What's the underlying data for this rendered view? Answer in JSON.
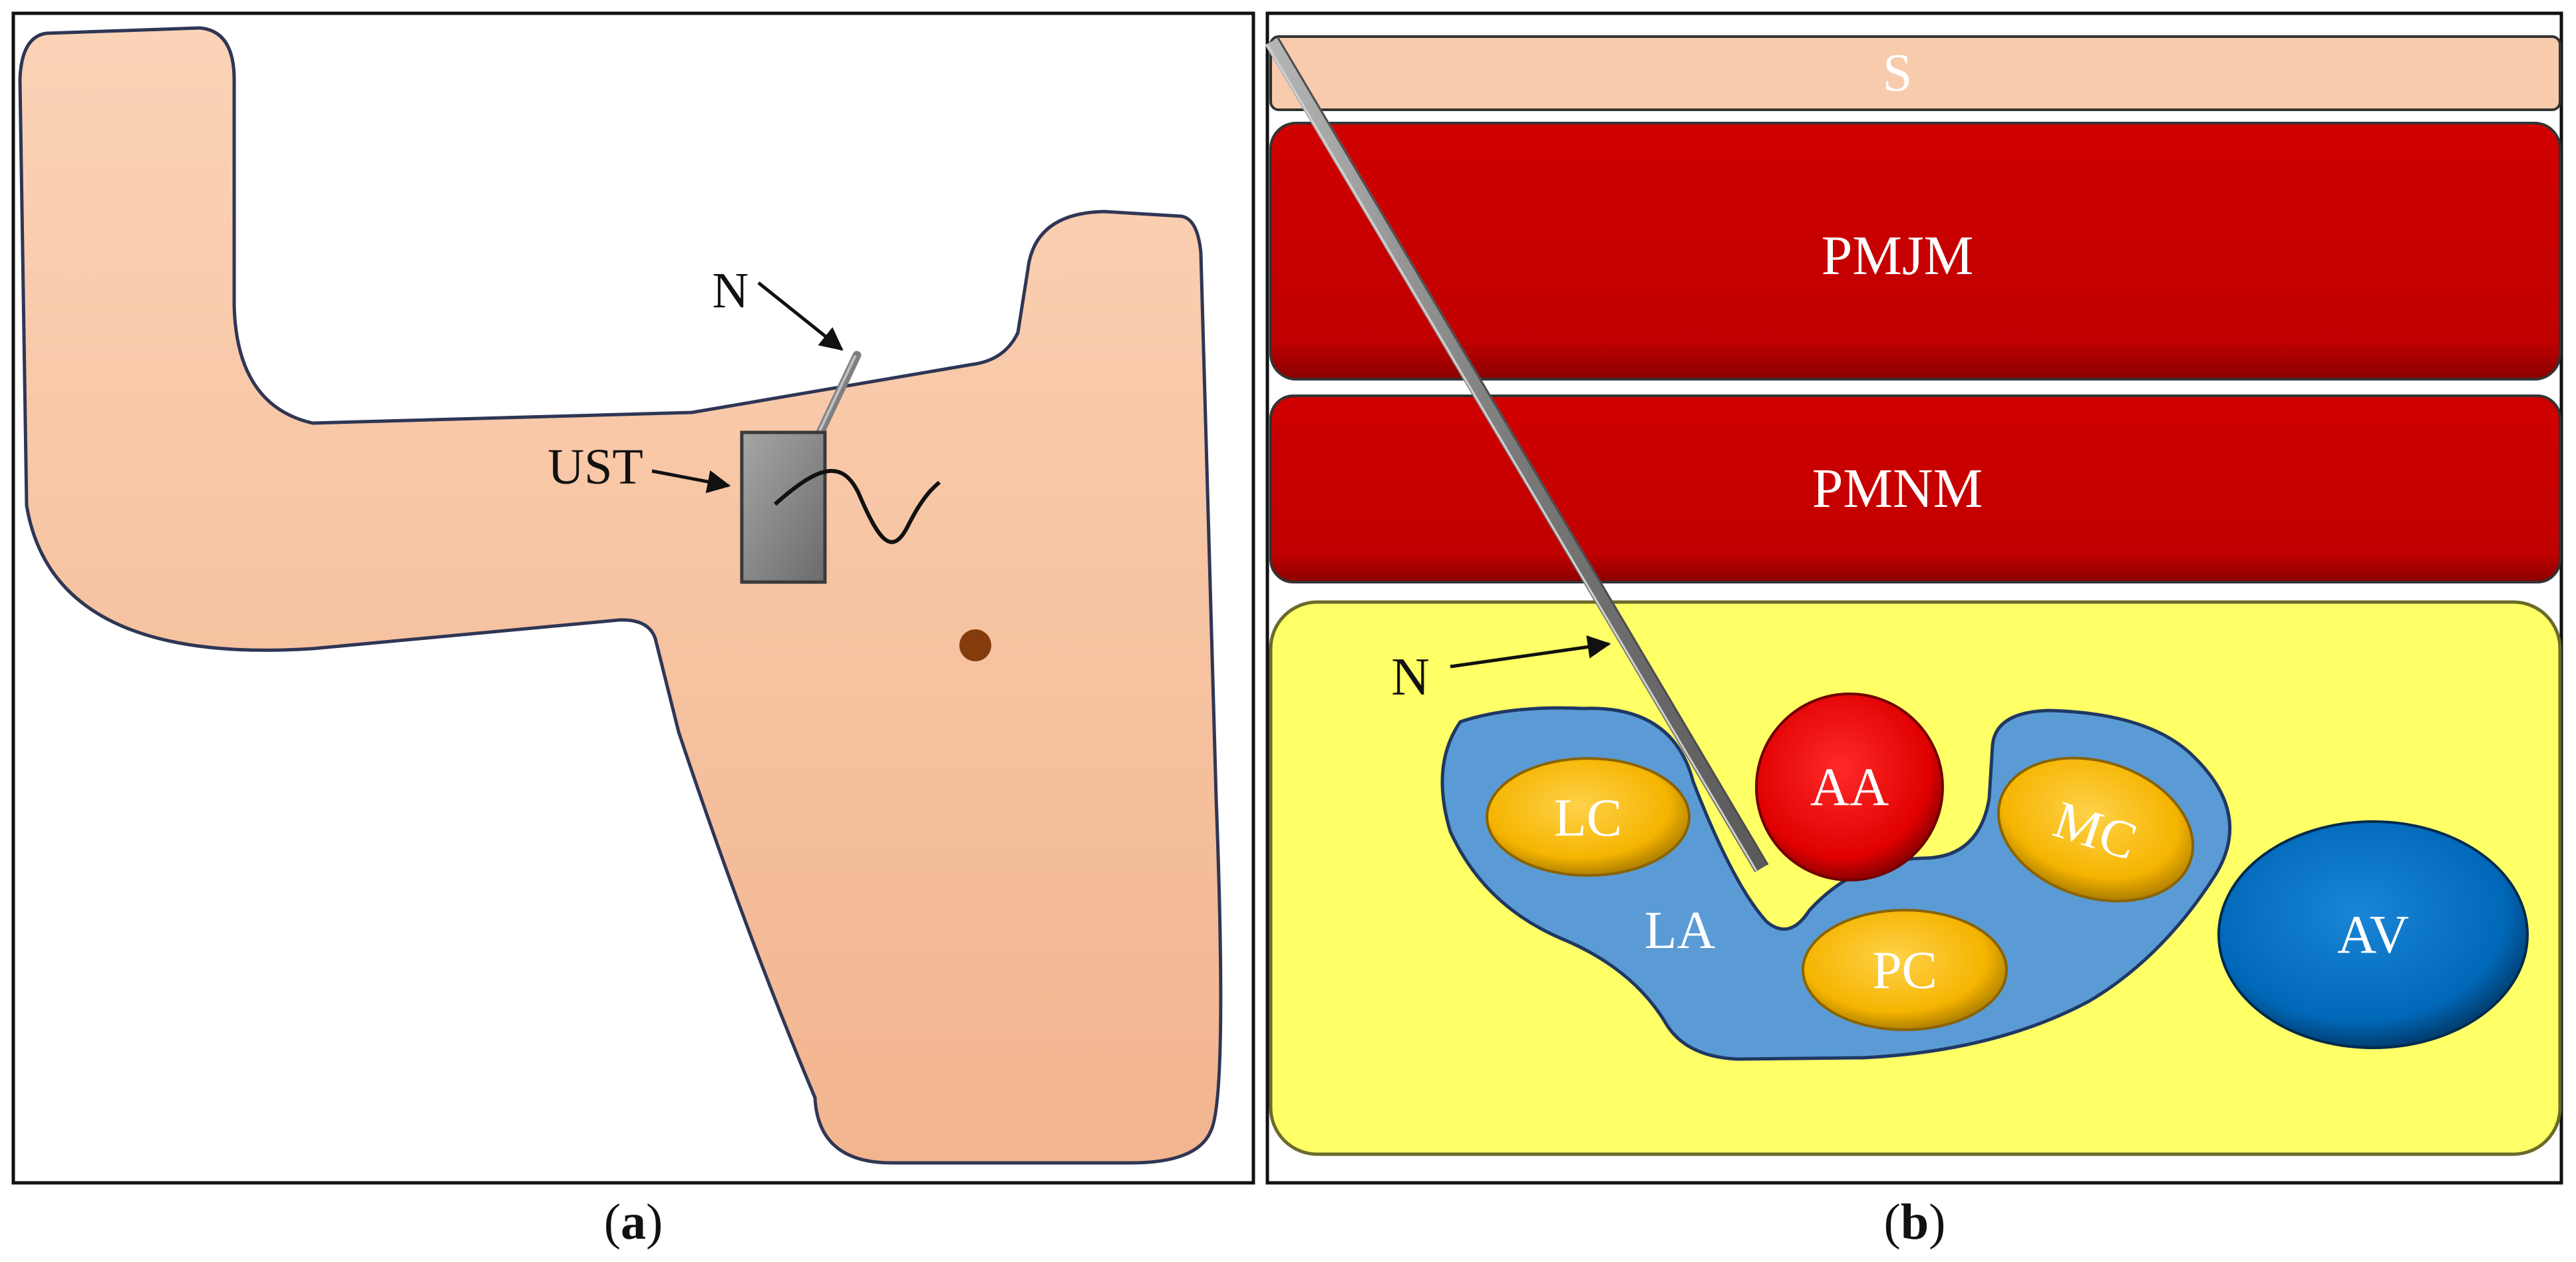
{
  "panel_a": {
    "caption_open": "(",
    "caption_letter": "a",
    "caption_close": ")",
    "labels": {
      "needle": "N",
      "transducer": "UST"
    }
  },
  "panel_b": {
    "caption_open": "(",
    "caption_letter": "b",
    "caption_close": ")",
    "layers": {
      "skin": "S",
      "pec_major": "PMJM",
      "pec_minor": "PMNM"
    },
    "structures": {
      "lateral_cord": "LC",
      "axillary_artery": "AA",
      "medial_cord": "MC",
      "posterior_cord": "PC",
      "axillary_vein": "AV",
      "local_anesthetic": "LA"
    },
    "labels": {
      "needle": "N"
    }
  },
  "colors": {
    "skin": "#f8cbad",
    "outline": "#2f3655",
    "muscle": "#c00000",
    "fat": "#ffff66",
    "anesthetic": "#5b9bd5",
    "cord": "#ffc000",
    "artery": "#e00000",
    "vein": "#0070c0",
    "needle": "#8c8c8c",
    "probe": "#8c8c8c",
    "landmark": "#843c0c"
  }
}
